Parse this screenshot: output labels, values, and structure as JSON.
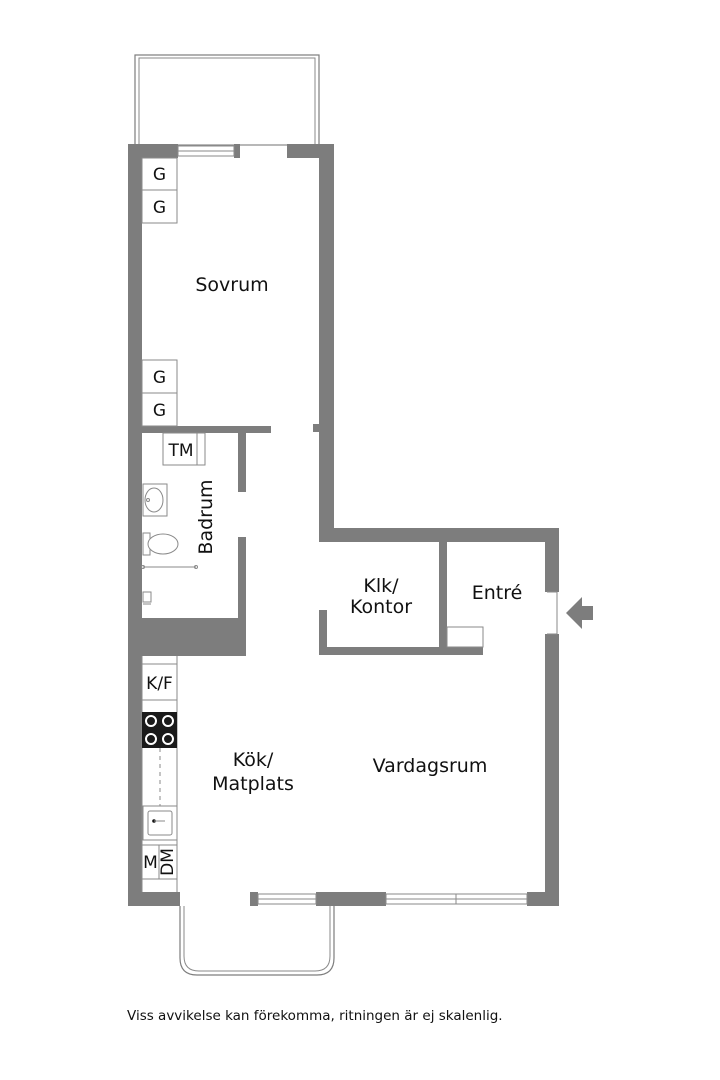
{
  "rooms": {
    "sovrum": "Sovrum",
    "badrum": "Badrum",
    "klk_line1": "Klk/",
    "klk_line2": "Kontor",
    "entre": "Entré",
    "kok_line1": "Kök/",
    "kok_line2": "Matplats",
    "vardagsrum": "Vardagsrum"
  },
  "appliances": {
    "wardrobe": "G",
    "washer_dryer": "TM",
    "fridge_freezer": "K/F",
    "microwave": "M",
    "dishwasher": "DM"
  },
  "icons": {
    "entrance": "entrance-arrow-icon",
    "stove": "stove-icon",
    "sink": "kitchen-sink-icon",
    "toilet": "toilet-icon",
    "washbasin": "washbasin-icon"
  },
  "colors": {
    "wall": "#7d7d7d",
    "text": "#111111",
    "background": "#ffffff"
  },
  "disclaimer": "Viss avvikelse kan förekomma, ritningen är ej skalenlig."
}
